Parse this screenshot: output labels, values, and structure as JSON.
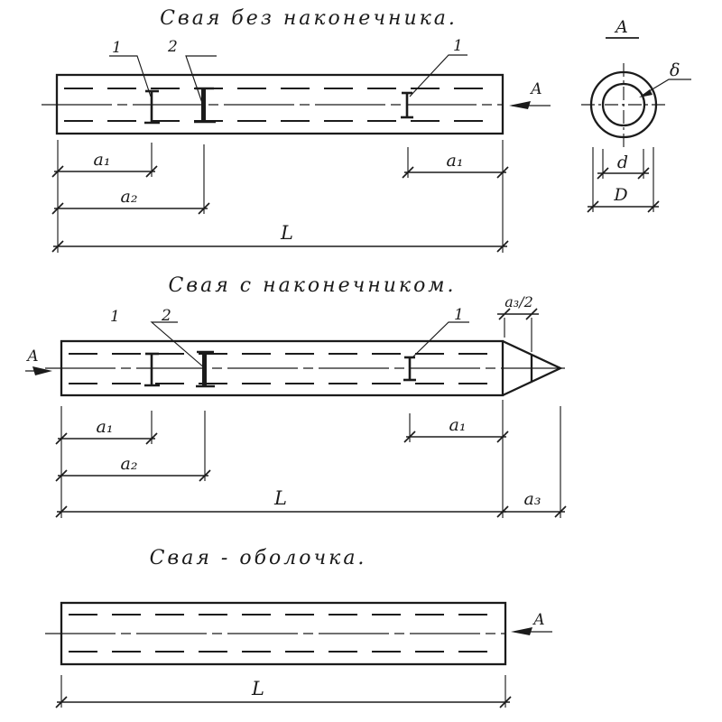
{
  "page": {
    "background": "#ffffff",
    "ink": "#1b1b1b"
  },
  "top_figure": {
    "title": "Свая без наконечника.",
    "callouts": {
      "first": "1",
      "second": "2",
      "third": "1"
    },
    "section_arrow_label": "А",
    "dims": {
      "a1_left": "a₁",
      "a2": "a₂",
      "a1_right": "a₁",
      "length": "L"
    }
  },
  "section_view": {
    "view_label": "А",
    "wall_thickness_label": "δ",
    "inner_diameter_label": "d",
    "outer_diameter_label": "D"
  },
  "middle_figure": {
    "title": "Свая с наконечником.",
    "callouts": {
      "first": "1",
      "second": "2",
      "third": "1"
    },
    "section_arrow_label": "А",
    "dims": {
      "a1_left": "a₁",
      "a2": "a₂",
      "a1_right": "a₁",
      "length": "L",
      "tip_half": "a₃/2",
      "tip": "a₃"
    }
  },
  "bottom_figure": {
    "title": "Свая - оболочка.",
    "section_arrow_label": "А",
    "dims": {
      "length": "L"
    }
  }
}
